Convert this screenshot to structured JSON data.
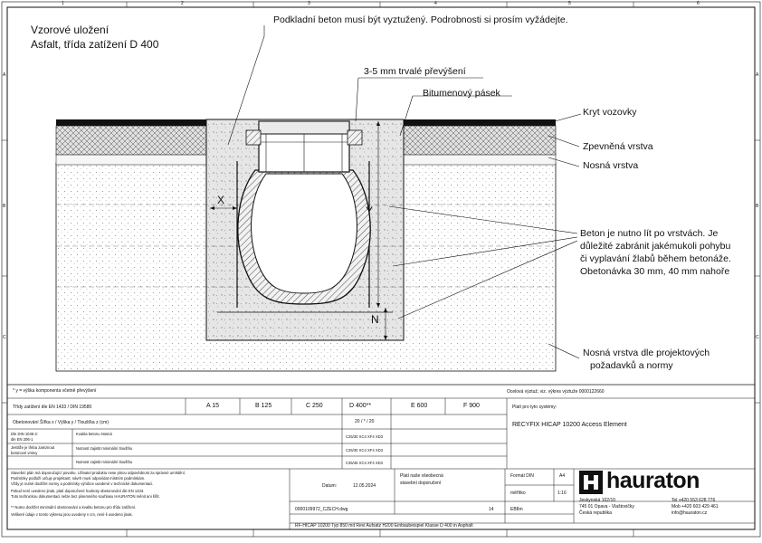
{
  "colors": {
    "line": "#111111",
    "hatch": "#666666",
    "concrete": "#dcdcdc",
    "soil_dots": "#9a9a9a",
    "asphalt": "#111111"
  },
  "border": {
    "col_numbers": [
      "1",
      "2",
      "3",
      "4",
      "5",
      "6"
    ],
    "row_letters": [
      "A",
      "B",
      "C"
    ]
  },
  "drawing": {
    "title_line1": "Vzorové uložení",
    "title_line2": "Asfalt, třída zatížení D 400",
    "note_reinforced": "Podkladní beton musí být vyztužený. Podrobnosti si prosím vyžádejte.",
    "note_elevation": "3-5 mm trvalé převýšení",
    "note_bitumen": "Bitumenový pásek",
    "label_surface": "Kryt vozovky",
    "label_reinforced_layer": "Zpevněná vrstva",
    "label_base_layer": "Nosná vrstva",
    "label_concrete_1": "Beton je nutno lít po vrstvách. Je",
    "label_concrete_2": "důležité zabránit jakémukoli pohybu",
    "label_concrete_3": "či vyplavání žlabů během betonáže.",
    "label_concrete_4": "Obetonávka 30 mm, 40 mm nahoře",
    "label_subbase_1": "Nosná vrstva dle projektových",
    "label_subbase_2": "požadavků a normy",
    "dim_x": "X",
    "dim_y": "Y",
    "dim_n": "N"
  },
  "footer": {
    "note_y": "* y = výška komponenta včetně převýšení",
    "rebar_note": "Ocelová výztuž, viz. výkres výztuže 0000122660",
    "load_class_label": "Třídy zatížení dle EN 1433 / DIN 19580",
    "classes": [
      "A 15",
      "B 125",
      "C 250",
      "D 400**",
      "E 600",
      "F 900"
    ],
    "dims_label": "Obetonování  Šířka x / Výška y / Tloušťka z (cm)",
    "dims_value": "20 / * / 20",
    "row_a_label_1": "Dle DIN 1045-2:",
    "row_a_label_2": "dle EN 206-1",
    "row_a_mid": "Kvalita betonu Nosná",
    "row_a_val": "C25/30 XC4 XF4 XD3",
    "row_b_label_1": "Jestliže je třeba zaleznout",
    "row_b_label_2": "betonové vrstvy",
    "row_b_mid": "Nutnost zajistit minimální tloušťku",
    "row_b_val": "C25/30 XC4 XF4 XD3",
    "row_c_mid": "Nutnost zajistit minimální tloušťku",
    "row_c_val": "C35/45 XC4 XF4 XD3",
    "applies_label": "Platí pro tyto systémy:",
    "system_name": "RECYFIX HICAP 10200 Access Element",
    "legal_1": "Stavební plán má doporučující povahu. Uživatel produktu nese plnou odpovědnost za správné umístění.",
    "legal_2": "Podmínky podloží určuje projektant; návrh musí odpovídat místním podmínkám.",
    "legal_3": "Vždy je nutné dodržet normy a podmínky výrobce uvedené v technické dokumentaci.",
    "legal_4": "Pokud není uvedeno jinak, platí doporučené hodnoty obetonování dle EN 1433.",
    "legal_5": "Tuto technickou dokumentaci nelze bez písemného souhlasu HAURATON měnit ani šířit.",
    "legal_6": "** Nutno dodržet minimální obetonování a kvalitu betonu pro třídu zatížení.",
    "legal_7": "Veškeré údaje v tomto výkresu jsou uvedeny v cm, není-li uvedeno jinak.",
    "date_label": "Datum:",
    "date_value": "12.05.2024",
    "valid_note_1": "Platí naše všeobecná",
    "valid_note_2": "stavební doporučení",
    "drawing_no": "0000109972_CZECH.dwg",
    "sheet_no": "14",
    "revision": "EB8m",
    "format_label": "Formát DIN",
    "format_value": "A4",
    "scale_label": "měřítko",
    "scale_value": "1:16",
    "company_logo": "hauraton",
    "addr_1": "Jeskynská 102/10",
    "addr_2": "745 01 Opava - Vlaštovičky",
    "addr_3": "Česká republika",
    "tel": "Tel  +420 553 628 776",
    "mob": "Mob  +420 603 429 461",
    "email": "info@hauraton.cz",
    "bottom_title": "RF-HICAP 10200 Typ 850 mit Revi Aufsatz H200 Einbaubeispiel Klasse D 400 in Asphalt"
  }
}
